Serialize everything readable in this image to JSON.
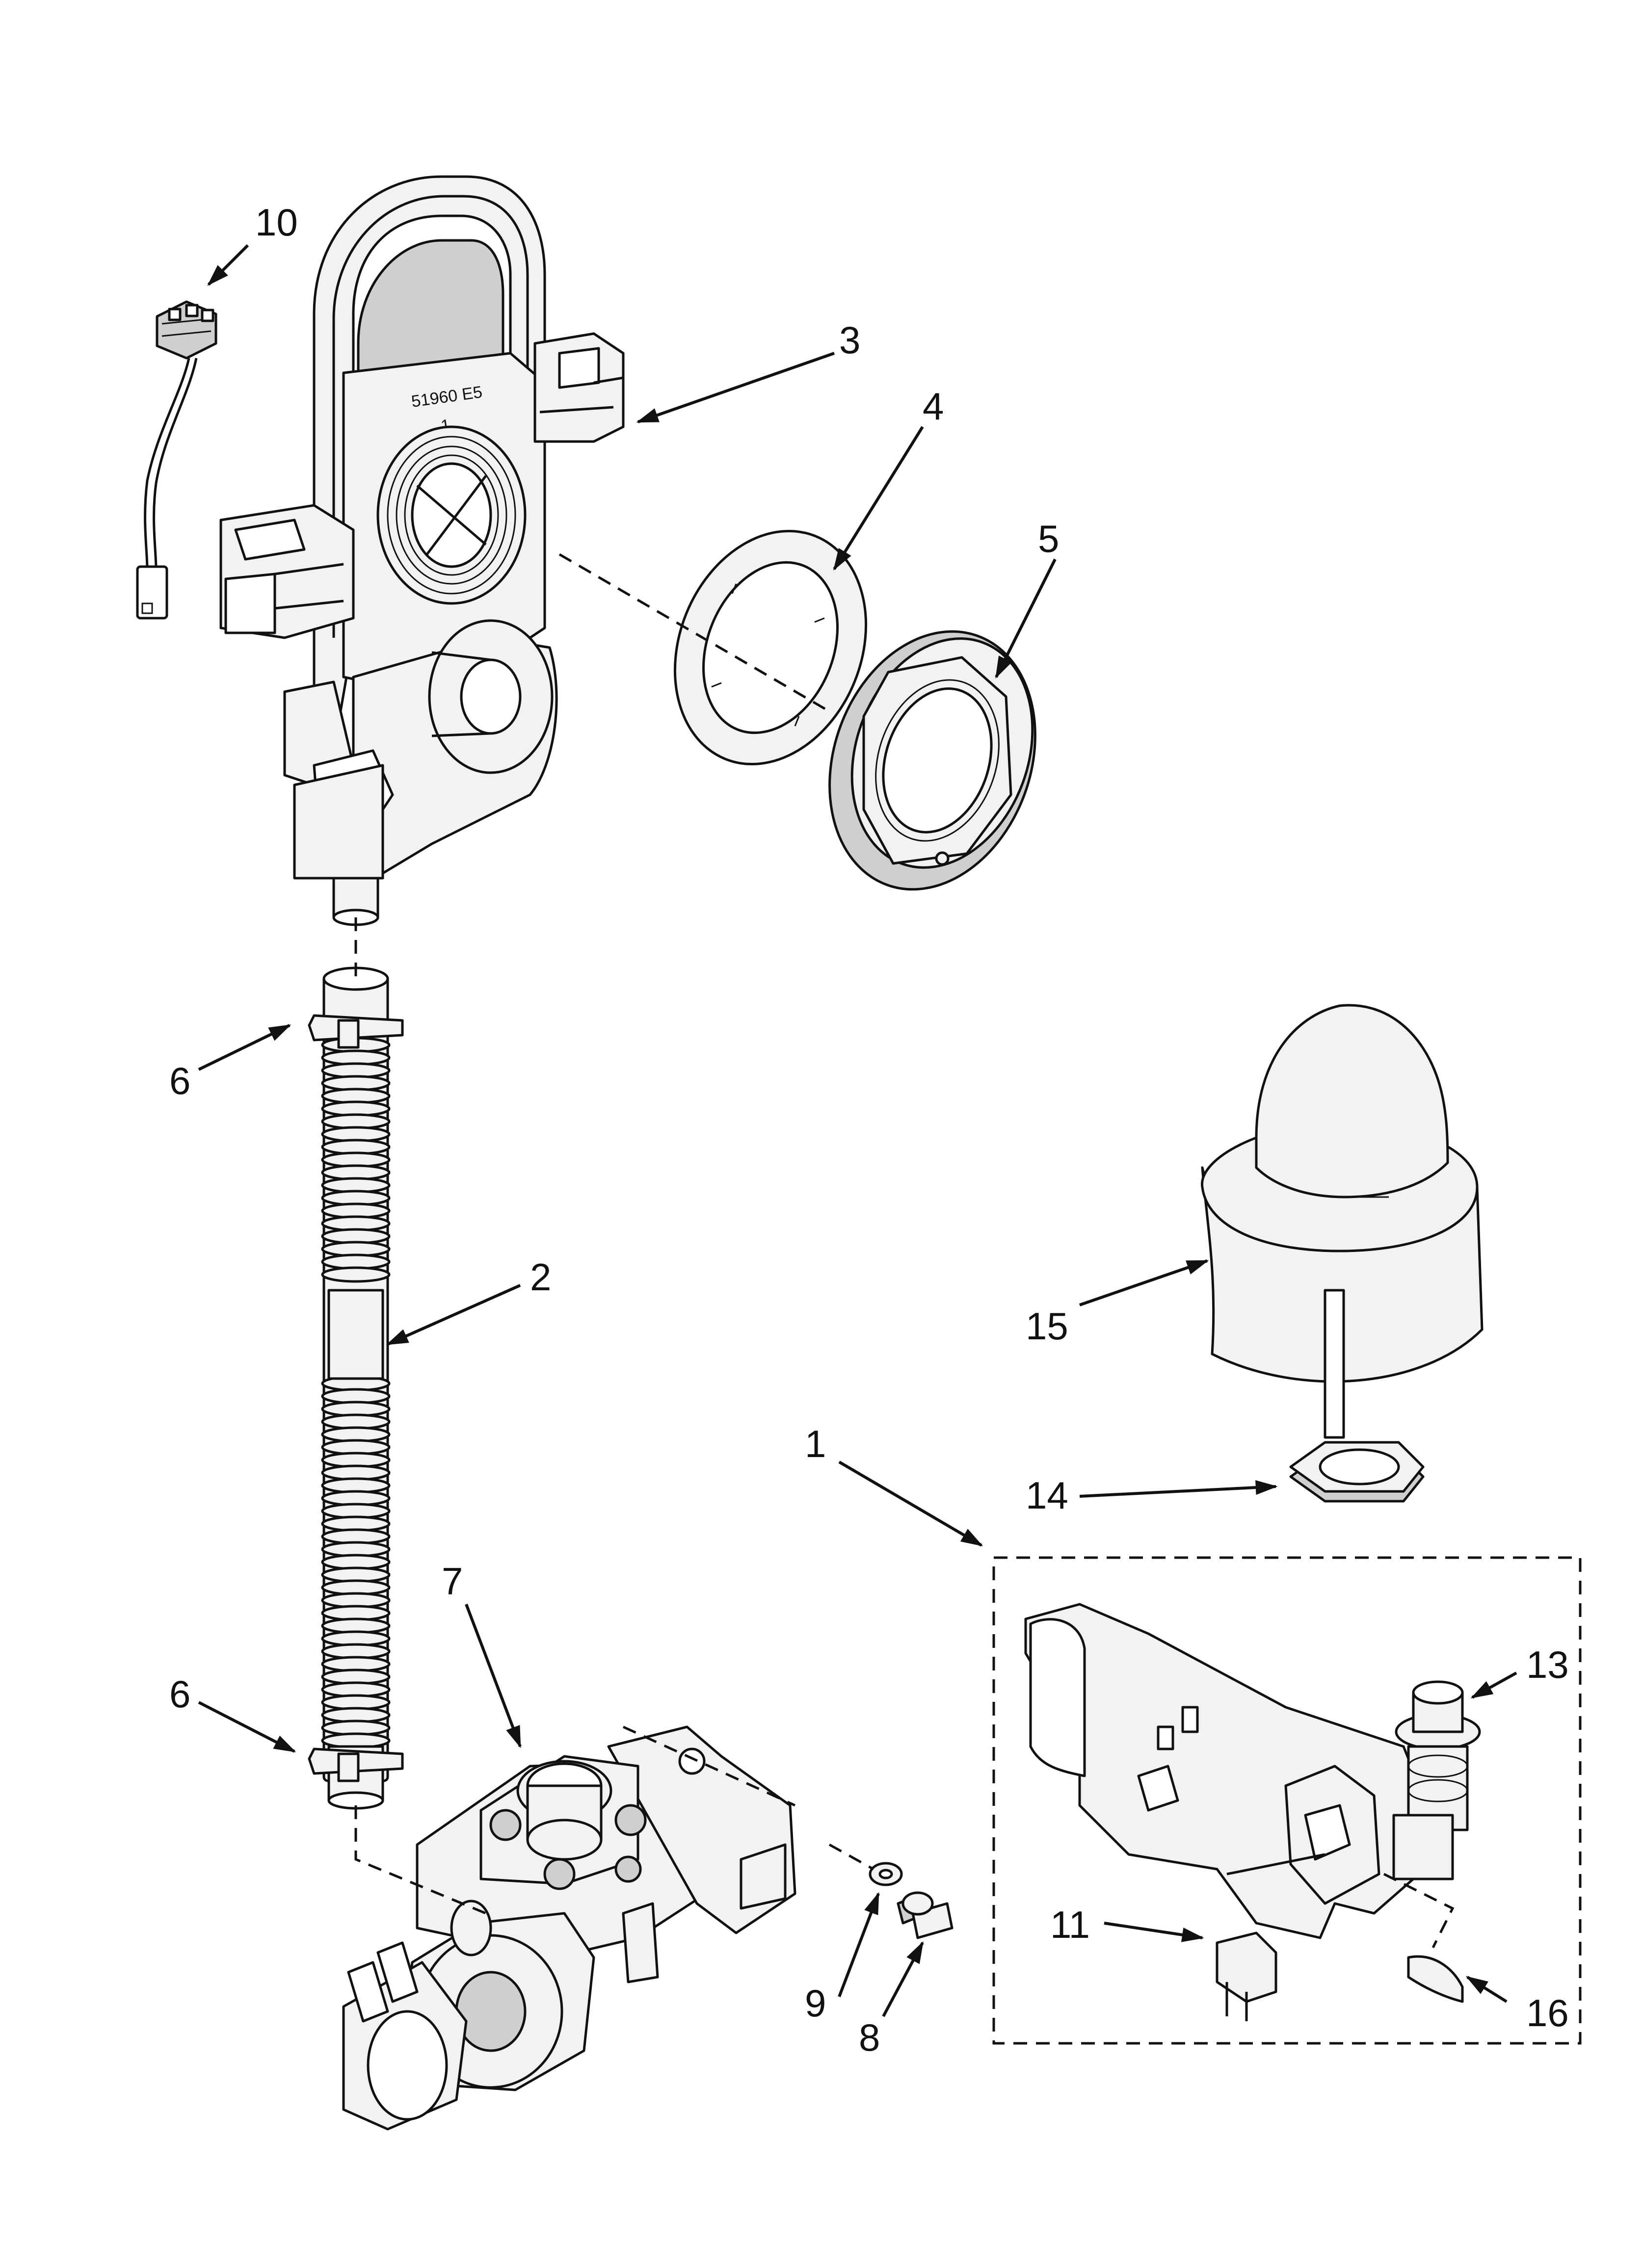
{
  "mold_text": {
    "line1": "51960 E5",
    "line2": "1"
  },
  "callouts": [
    {
      "id": "10",
      "label": "10"
    },
    {
      "id": "3",
      "label": "3"
    },
    {
      "id": "4",
      "label": "4"
    },
    {
      "id": "5",
      "label": "5"
    },
    {
      "id": "6a",
      "label": "6"
    },
    {
      "id": "2",
      "label": "2"
    },
    {
      "id": "15",
      "label": "15"
    },
    {
      "id": "1",
      "label": "1"
    },
    {
      "id": "14",
      "label": "14"
    },
    {
      "id": "7",
      "label": "7"
    },
    {
      "id": "13",
      "label": "13"
    },
    {
      "id": "6b",
      "label": "6"
    },
    {
      "id": "11",
      "label": "11"
    },
    {
      "id": "9",
      "label": "9"
    },
    {
      "id": "8",
      "label": "8"
    },
    {
      "id": "16",
      "label": "16"
    }
  ]
}
